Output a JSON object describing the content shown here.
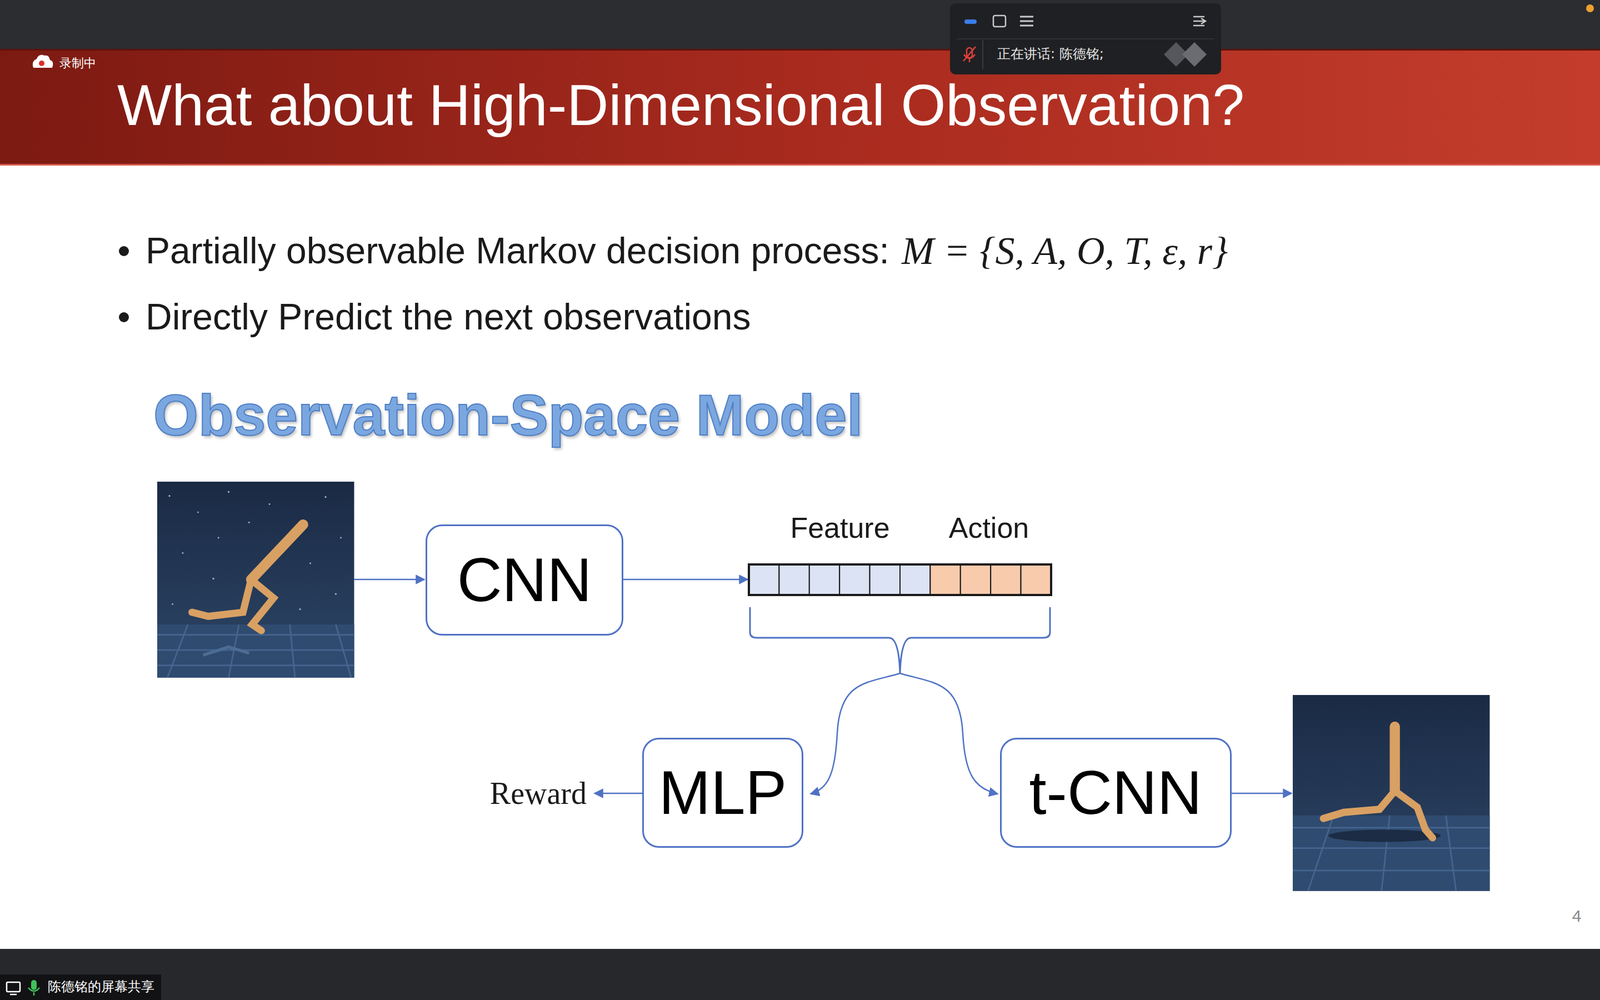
{
  "diagram": {
    "title": "What about High-Dimensional Observation?",
    "nodes": [
      {
        "text": [
          "CNN"
        ]
      },
      {
        "text": [
          "MLP"
        ]
      },
      {
        "text": [
          "t-CNN"
        ]
      }
    ],
    "labels": [
      "录制中",
      "正在讲话: 陈德铭;",
      "Partially observable Markov decision process:",
      "M = {S, A, O, T, ε, r}",
      "Directly Predict the next observations",
      "Observation-Space Model",
      "Feature",
      "Action",
      "Reward",
      "4",
      "陈德铭的屏幕共享"
    ]
  }
}
